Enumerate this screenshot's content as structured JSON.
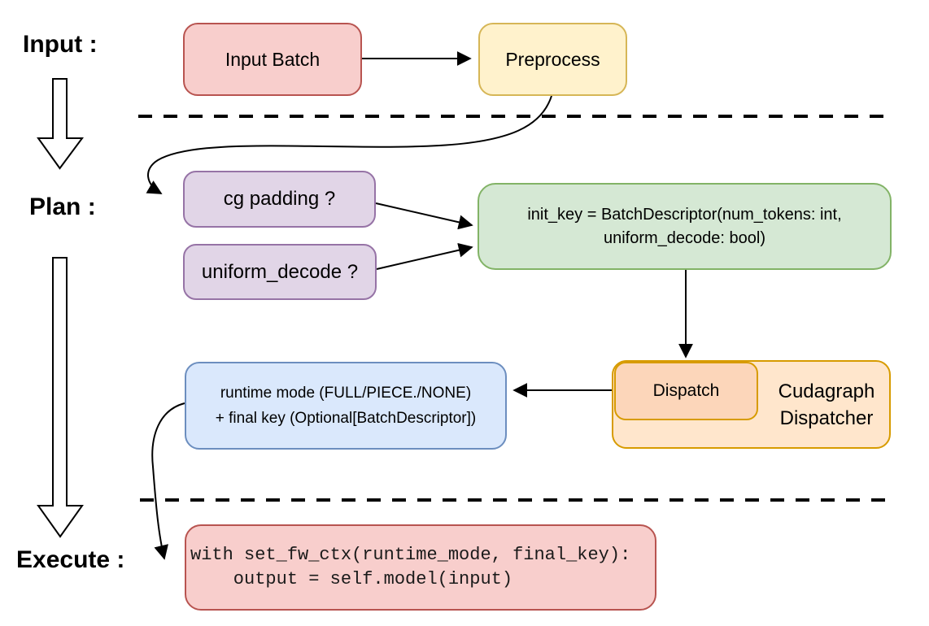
{
  "palette": {
    "red_fill": "#f8cecc",
    "red_stroke": "#b85450",
    "yellow_fill": "#fff2cc",
    "yellow_stroke": "#d6b656",
    "purple_fill": "#e1d5e7",
    "purple_stroke": "#9673a6",
    "green_fill": "#d5e8d4",
    "green_stroke": "#82b366",
    "orange_fill": "#ffe6cc",
    "orange_inner_fill": "#fcd6ba",
    "orange_stroke": "#d79b00",
    "blue_fill": "#dae8fc",
    "blue_stroke": "#6c8ebf",
    "connector_color": "#000000",
    "text_color": "#000000"
  },
  "stages": {
    "input": {
      "label": "Input :"
    },
    "plan": {
      "label": "Plan :"
    },
    "execute": {
      "label": "Execute :"
    }
  },
  "nodes": {
    "input_batch": {
      "label": "Input Batch"
    },
    "preprocess": {
      "label": "Preprocess"
    },
    "cg_padding": {
      "label": "cg padding ?"
    },
    "uniform_decode": {
      "label": "uniform_decode ?"
    },
    "init_key": {
      "line1": "init_key = BatchDescriptor(num_tokens: int,",
      "line2": "uniform_decode: bool)"
    },
    "dispatch": {
      "label": "Dispatch"
    },
    "cudagraph_dispatcher": {
      "line1": "Cudagraph",
      "line2": "Dispatcher"
    },
    "runtime_mode": {
      "line1": "runtime mode (FULL/PIECE./NONE)",
      "line2": "+ final key (Optional[BatchDescriptor])"
    },
    "execute_code": {
      "line1": "with set_fw_ctx(runtime_mode, final_key):",
      "line2": "    output = self.model(input)"
    }
  }
}
